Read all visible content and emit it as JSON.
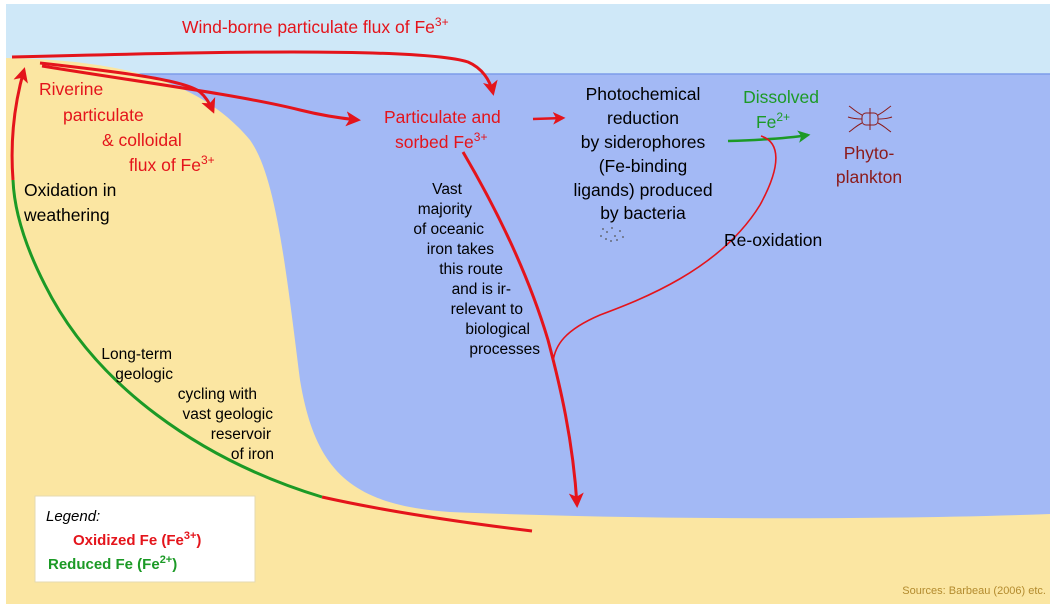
{
  "colors": {
    "sky": "#cfe8f8",
    "sea": "#a3b9f5",
    "land": "#fbe6a2",
    "oxidized": "#e4141b",
    "reduced": "#1c9a26",
    "phyto": "#8b1a1a",
    "text": "#000000",
    "source": "#b38b2e"
  },
  "labels": {
    "wind": "Wind-borne particulate flux of Fe",
    "wind_sup": "3+",
    "riverine_1": "Riverine",
    "riverine_2": "particulate",
    "riverine_3": "& colloidal",
    "riverine_4": "flux of Fe",
    "riverine_sup": "3+",
    "particulate_1": "Particulate and",
    "particulate_2": "sorbed Fe",
    "particulate_sup": "3+",
    "photo_1": "Photochemical",
    "photo_2": "reduction",
    "photo_3": "by siderophores",
    "photo_4": "(Fe-binding",
    "photo_5": "ligands) produced",
    "photo_6": "by bacteria",
    "dissolved_1": "Dissolved",
    "dissolved_2": "Fe",
    "dissolved_sup": "2+",
    "phyto_1": "Phyto-",
    "phyto_2": "plankton",
    "reoxidation": "Re-oxidation",
    "oxidation_1": "Oxidation in",
    "oxidation_2": "weathering",
    "vast_1": "Vast",
    "vast_2": "majority",
    "vast_3": "of oceanic",
    "vast_4": "iron takes",
    "vast_5": "this route",
    "vast_6": "and is ir-",
    "vast_7": "relevant to",
    "vast_8": "biological",
    "vast_9": "processes",
    "long_1": "Long-term",
    "long_2": "geologic",
    "long_3": "cycling with",
    "long_4": "vast geologic",
    "long_5": "reservoir",
    "long_6": "of iron",
    "sources": "Sources: Barbeau (2006) etc."
  },
  "legend": {
    "title": "Legend:",
    "oxidized": "Oxidized Fe (Fe",
    "oxidized_sup": "3+",
    "reduced": "Reduced Fe (Fe",
    "reduced_sup": "2+",
    "close": ")"
  },
  "icons": {
    "phytoplankton": "phytoplankton-icon",
    "bacteria": "bacteria-dots-icon"
  }
}
